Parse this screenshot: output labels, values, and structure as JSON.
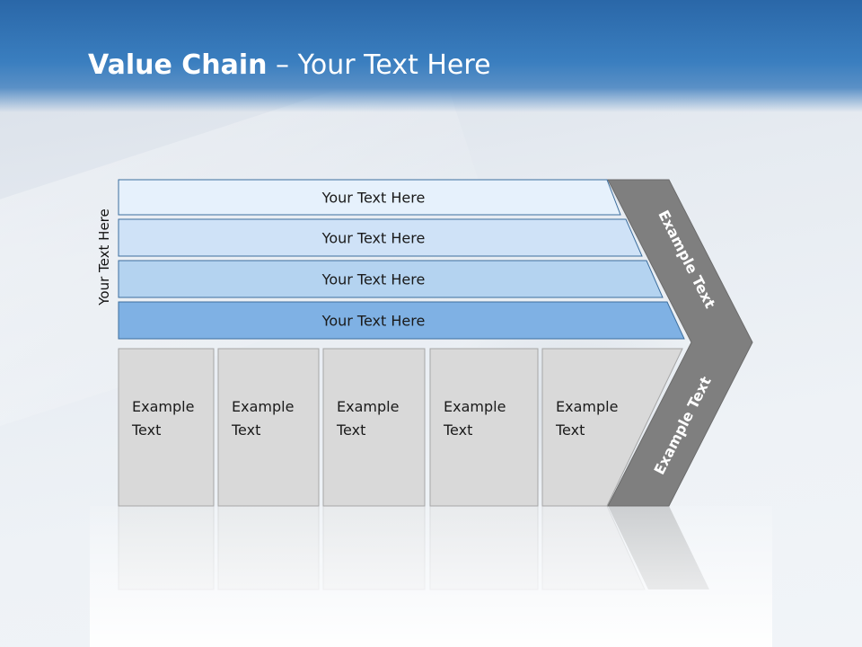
{
  "slide": {
    "title_bold": "Value Chain",
    "title_rest": " – Your Text Here",
    "side_label": "Your Text Here"
  },
  "rows": [
    {
      "label": "Your Text Here",
      "color": "#e6f1fc"
    },
    {
      "label": "Your Text Here",
      "color": "#cfe2f7"
    },
    {
      "label": "Your Text Here",
      "color": "#b4d3f0"
    },
    {
      "label": "Your Text Here",
      "color": "#7fb1e4"
    }
  ],
  "boxes": [
    {
      "line1": "Example",
      "line2": "Text"
    },
    {
      "line1": "Example",
      "line2": "Text"
    },
    {
      "line1": "Example",
      "line2": "Text"
    },
    {
      "line1": "Example",
      "line2": "Text"
    },
    {
      "line1": "Example",
      "line2": "Text"
    }
  ],
  "chevron": {
    "upper_label": "Example Text",
    "lower_label": "Example Text",
    "color": "#7f7f7f"
  },
  "colors": {
    "box_fill": "#d9d9d9",
    "box_stroke": "#a6a6a6",
    "row_stroke": "#3c6e9e"
  }
}
